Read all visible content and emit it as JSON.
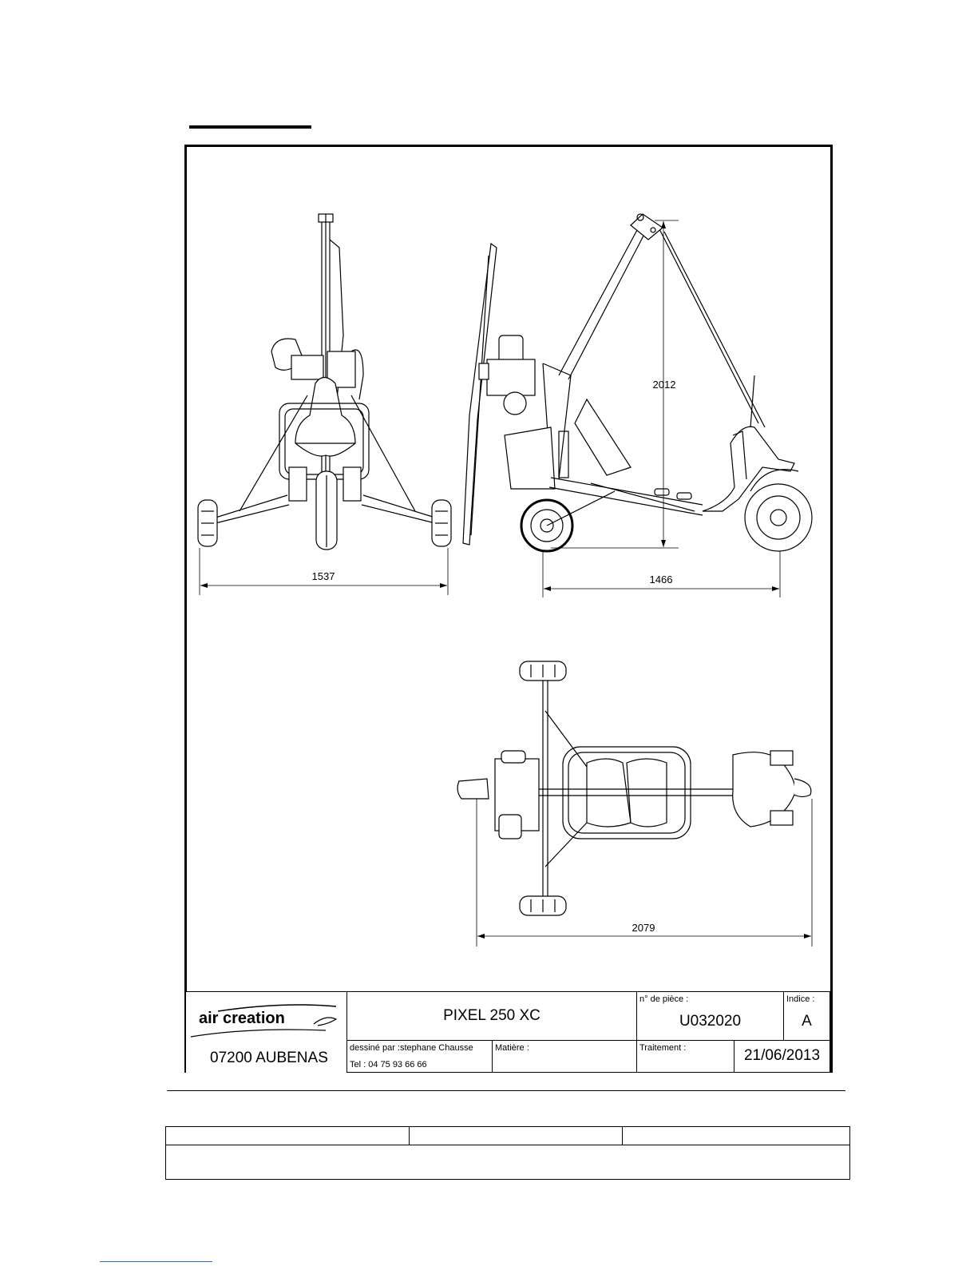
{
  "dimensions": {
    "front_track_width": "1537",
    "side_wheelbase": "1466",
    "side_height": "2012",
    "top_length": "2079"
  },
  "title_block": {
    "logo_text": "air creation",
    "city": "07200 AUBENAS",
    "designation": "PIXEL 250 XC",
    "part_number_label": "n° de pièce :",
    "part_number": "U032020",
    "revision_label": "Indice :",
    "revision": "A",
    "drawn_by": "dessiné par :stephane Chausse",
    "phone": "Tel : 04 75 93 66 66",
    "material_label": "Matière :",
    "treatment_label": "Traitement :",
    "date": "21/06/2013"
  },
  "colors": {
    "line": "#000000",
    "background": "#ffffff"
  }
}
